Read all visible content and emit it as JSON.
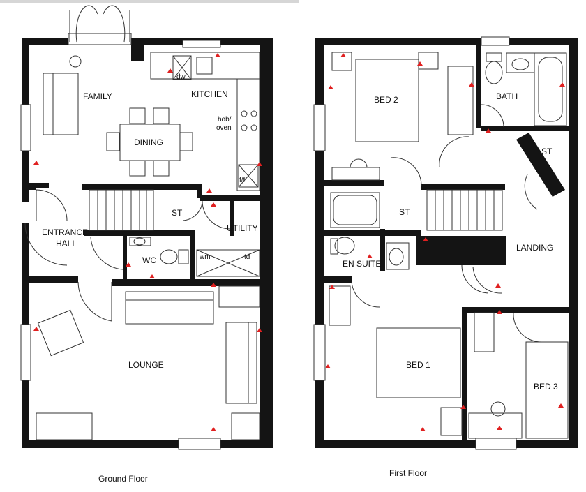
{
  "ground_floor": {
    "caption": "Ground Floor",
    "rooms": {
      "family": "FAMILY",
      "kitchen": "KITCHEN",
      "dining": "DINING",
      "entrance_line1": "ENTRANCE",
      "entrance_line2": "HALL",
      "store": "ST",
      "utility": "UTILITY",
      "wc": "WC",
      "lounge": "LOUNGE"
    },
    "appliances": {
      "dishwasher": "dw",
      "hob_line1": "hob/",
      "hob_line2": "oven",
      "fridge_freezer": "f/f",
      "washing_machine": "wm",
      "tumble_dryer": "td"
    }
  },
  "first_floor": {
    "caption": "First Floor",
    "rooms": {
      "bed2": "BED 2",
      "bath": "BATH",
      "store_bath": "ST",
      "store_ensuite": "ST",
      "en_suite": "EN SUITE",
      "landing": "LANDING",
      "bed1": "BED 1",
      "bed3": "BED 3"
    }
  },
  "colors": {
    "wall": "#141414",
    "line": "#333333",
    "marker": "#e02020"
  }
}
